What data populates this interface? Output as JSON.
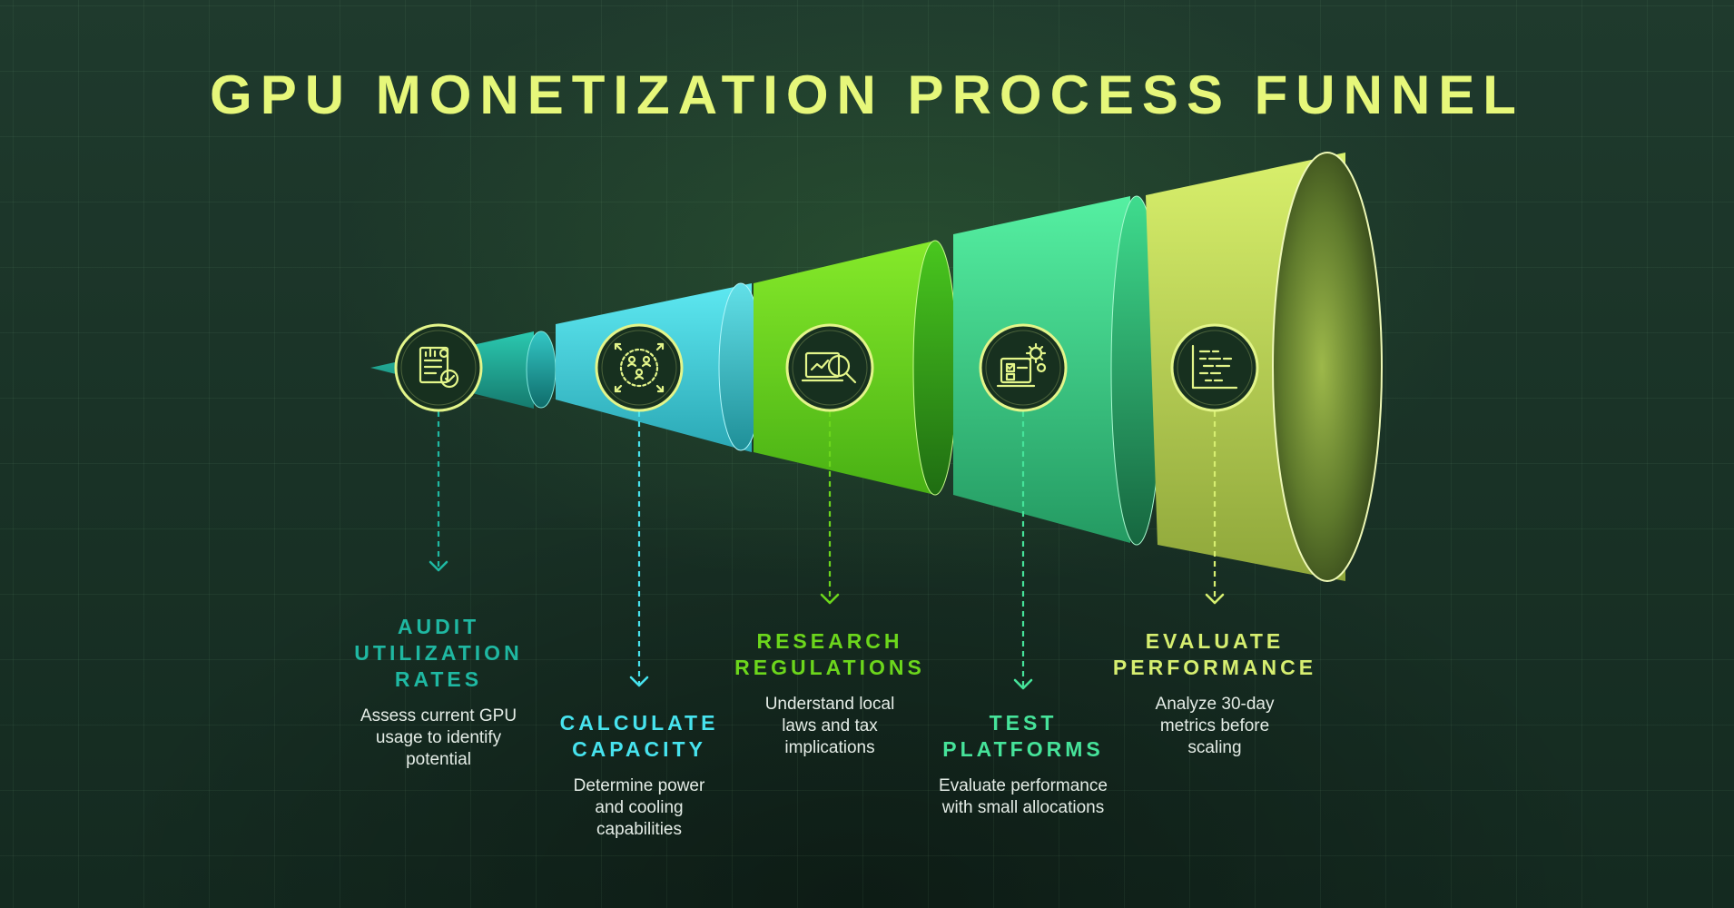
{
  "title": "GPU MONETIZATION PROCESS FUNNEL",
  "colors": {
    "background": "#1a3327",
    "title": "#e6f77a",
    "teal": "#1fb8a2",
    "cyan": "#47e3ee",
    "lime": "#6cd61c",
    "mint": "#46e39a",
    "olive": "#d6ee70"
  },
  "steps": [
    {
      "title_lines": [
        "AUDIT",
        "UTILIZATION",
        "RATES"
      ],
      "description_lines": [
        "Assess current GPU",
        "usage to identify",
        "potential"
      ],
      "icon": "audit-report-icon",
      "color": "#1fb8a2"
    },
    {
      "title_lines": [
        "CALCULATE",
        "CAPACITY"
      ],
      "description_lines": [
        "Determine power",
        "and cooling",
        "capabilities"
      ],
      "icon": "capacity-network-icon",
      "color": "#47e3ee"
    },
    {
      "title_lines": [
        "RESEARCH",
        "REGULATIONS"
      ],
      "description_lines": [
        "Understand local",
        "laws and tax",
        "implications"
      ],
      "icon": "research-magnifier-icon",
      "color": "#6cd61c"
    },
    {
      "title_lines": [
        "TEST",
        "PLATFORMS"
      ],
      "description_lines": [
        "Evaluate performance",
        "with small allocations"
      ],
      "icon": "test-checklist-gear-icon",
      "color": "#46e39a"
    },
    {
      "title_lines": [
        "EVALUATE",
        "PERFORMANCE"
      ],
      "description_lines": [
        "Analyze 30-day",
        "metrics before",
        "scaling"
      ],
      "icon": "performance-chart-icon",
      "color": "#d6ee70"
    }
  ]
}
